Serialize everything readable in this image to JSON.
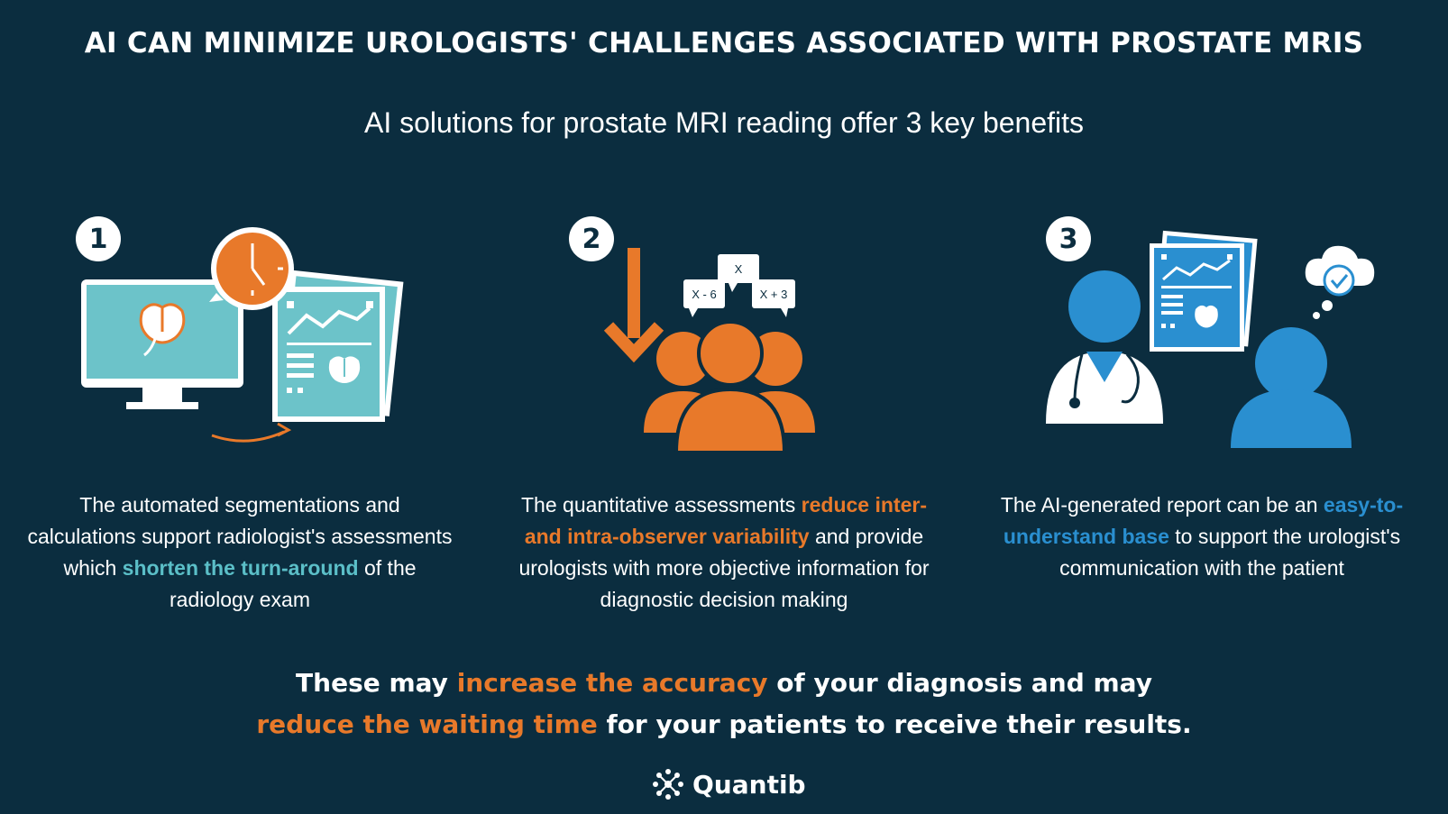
{
  "header": {
    "title": "AI CAN MINIMIZE UROLOGISTS' CHALLENGES ASSOCIATED WITH PROSTATE MRIS",
    "subtitle": "AI solutions for prostate MRI reading offer 3 key benefits"
  },
  "benefits": [
    {
      "number": "1",
      "text_before": "The automated segmentations and calculations support radiologist's assessments which ",
      "highlight": "shorten the turn-around",
      "text_after": " of the radiology exam"
    },
    {
      "number": "2",
      "text_before": "The quantitative assessments ",
      "highlight": "reduce inter- and intra-observer variability",
      "text_after": " and provide urologists with more objective information for diagnostic decision making",
      "bubbles": [
        "X",
        "X - 6",
        "X + 3"
      ]
    },
    {
      "number": "3",
      "text_before": "The AI-generated report can be an ",
      "highlight": "easy-to-understand base",
      "text_after": " to support the urologist's communication with the patient"
    }
  ],
  "conclusion": {
    "part1": "These may ",
    "highlight1": "increase the accuracy",
    "part2": " of your diagnosis and  may ",
    "highlight2": "reduce the waiting time",
    "part3": " for your patients to receive their results."
  },
  "brand": {
    "name": "Quantib"
  },
  "colors": {
    "background": "#0b2d3f",
    "teal": "#5bbfc8",
    "orange": "#e8792a",
    "blue": "#2a8fd0"
  }
}
